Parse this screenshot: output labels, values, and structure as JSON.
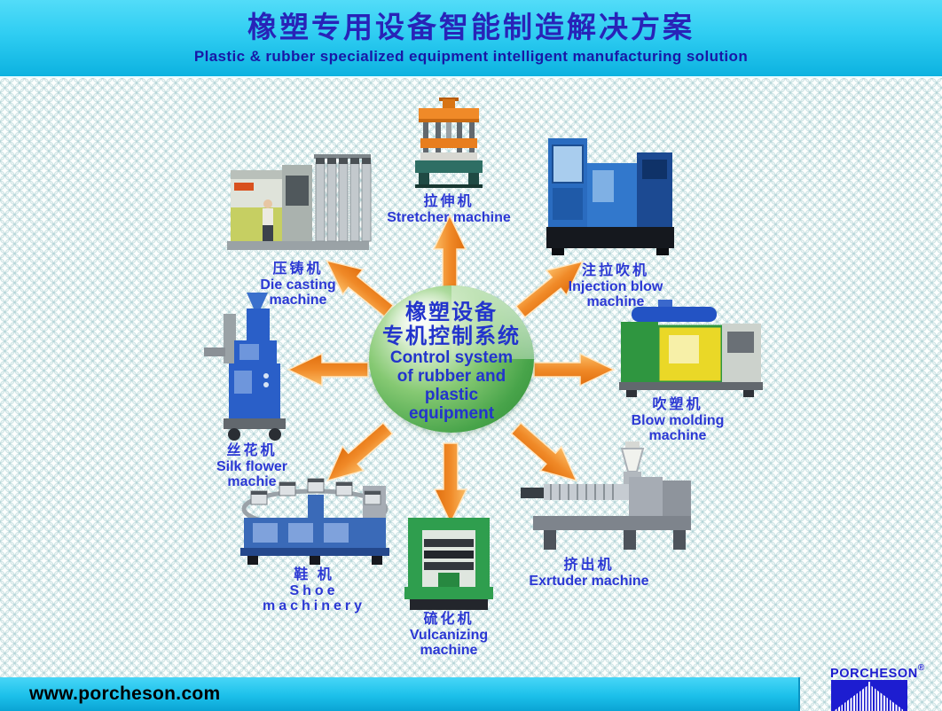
{
  "header": {
    "title_zh": "橡塑专用设备智能制造解决方案",
    "subtitle_en": "Plastic & rubber specialized equipment intelligent manufacturing solution"
  },
  "center_circle": {
    "line1": "橡塑设备",
    "line2": "专机控制系统",
    "line3": "Control system",
    "line4": "of rubber and plastic",
    "line5": "equipment"
  },
  "machines": {
    "stretcher": {
      "zh": "拉伸机",
      "en1": "Stretcher machine",
      "en2": ""
    },
    "injection_blow": {
      "zh": "注拉吹机",
      "en1": "Injection blow",
      "en2": "machine"
    },
    "blow_molding": {
      "zh": "吹塑机",
      "en1": "Blow molding",
      "en2": "machine"
    },
    "extruder": {
      "zh": "挤出机",
      "en1": "Exrtuder machine",
      "en2": ""
    },
    "vulcanizing": {
      "zh": "硫化机",
      "en1": "Vulcanizing",
      "en2": "machine"
    },
    "shoe": {
      "zh": "鞋 机",
      "en1": "Shoe",
      "en2": "machinery"
    },
    "silk_flower": {
      "zh": "丝花机",
      "en1": "Silk flower",
      "en2": "machie"
    },
    "die_casting": {
      "zh": "压铸机",
      "en1": "Die casting",
      "en2": "machine"
    }
  },
  "footer": {
    "website": "www.porcheson.com"
  },
  "logo": {
    "brand": "PORCHESON",
    "registered": "®"
  },
  "colors": {
    "title_text": "#2823B8",
    "subtitle_text": "#1818A6",
    "label_text": "#2B38D4",
    "arrow_orange": "#F08A28",
    "sphere_green": "#3F9E42",
    "logo_blue": "#1D1DD0",
    "header_cyan_top": "#52DCF8",
    "header_cyan_bottom": "#0CB2E0"
  }
}
